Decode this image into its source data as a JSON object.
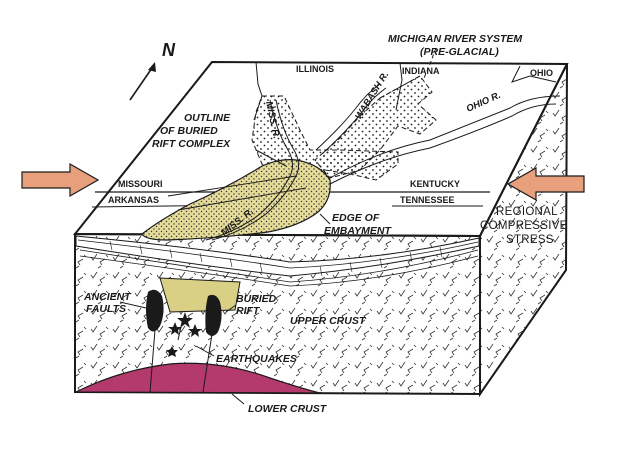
{
  "north_label": "N",
  "river_system": {
    "line1": "MICHIGAN RIVER SYSTEM",
    "line2": "(PRE-GLACIAL)"
  },
  "states": {
    "illinois": "ILLINOIS",
    "indiana": "INDIANA",
    "ohio": "OHIO",
    "missouri": "MISSOURI",
    "kentucky": "KENTUCKY",
    "arkansas": "ARKANSAS",
    "tennessee": "TENNESSEE"
  },
  "rivers": {
    "wabash": "WABASH R.",
    "ohio": "OHIO R.",
    "miss_upper": "MISS. R.",
    "miss_lower": "MISS. R."
  },
  "labels": {
    "outline_1": "OUTLINE",
    "outline_2": "OF BURIED",
    "outline_3": "RIFT COMPLEX",
    "edge_1": "EDGE OF",
    "edge_2": "EMBAYMENT",
    "stress_1": "REGIONAL",
    "stress_2": "COMPRESSIVE",
    "stress_3": "STRESS",
    "faults_1": "ANCIENT",
    "faults_2": "FAULTS",
    "rift_1": "BURIED",
    "rift_2": "RIFT",
    "upper_crust": "UPPER CRUST",
    "earthquakes": "EARTHQUAKES",
    "lower_crust": "LOWER CRUST"
  },
  "colors": {
    "arrow_fill": "#e8a07c",
    "embayment_fill": "#e6dc9a",
    "rift_fill": "#d9cf85",
    "lower_crust_fill": "#b43a6e",
    "fault_fill": "#1a1a1a",
    "line": "#1a1a1a"
  }
}
